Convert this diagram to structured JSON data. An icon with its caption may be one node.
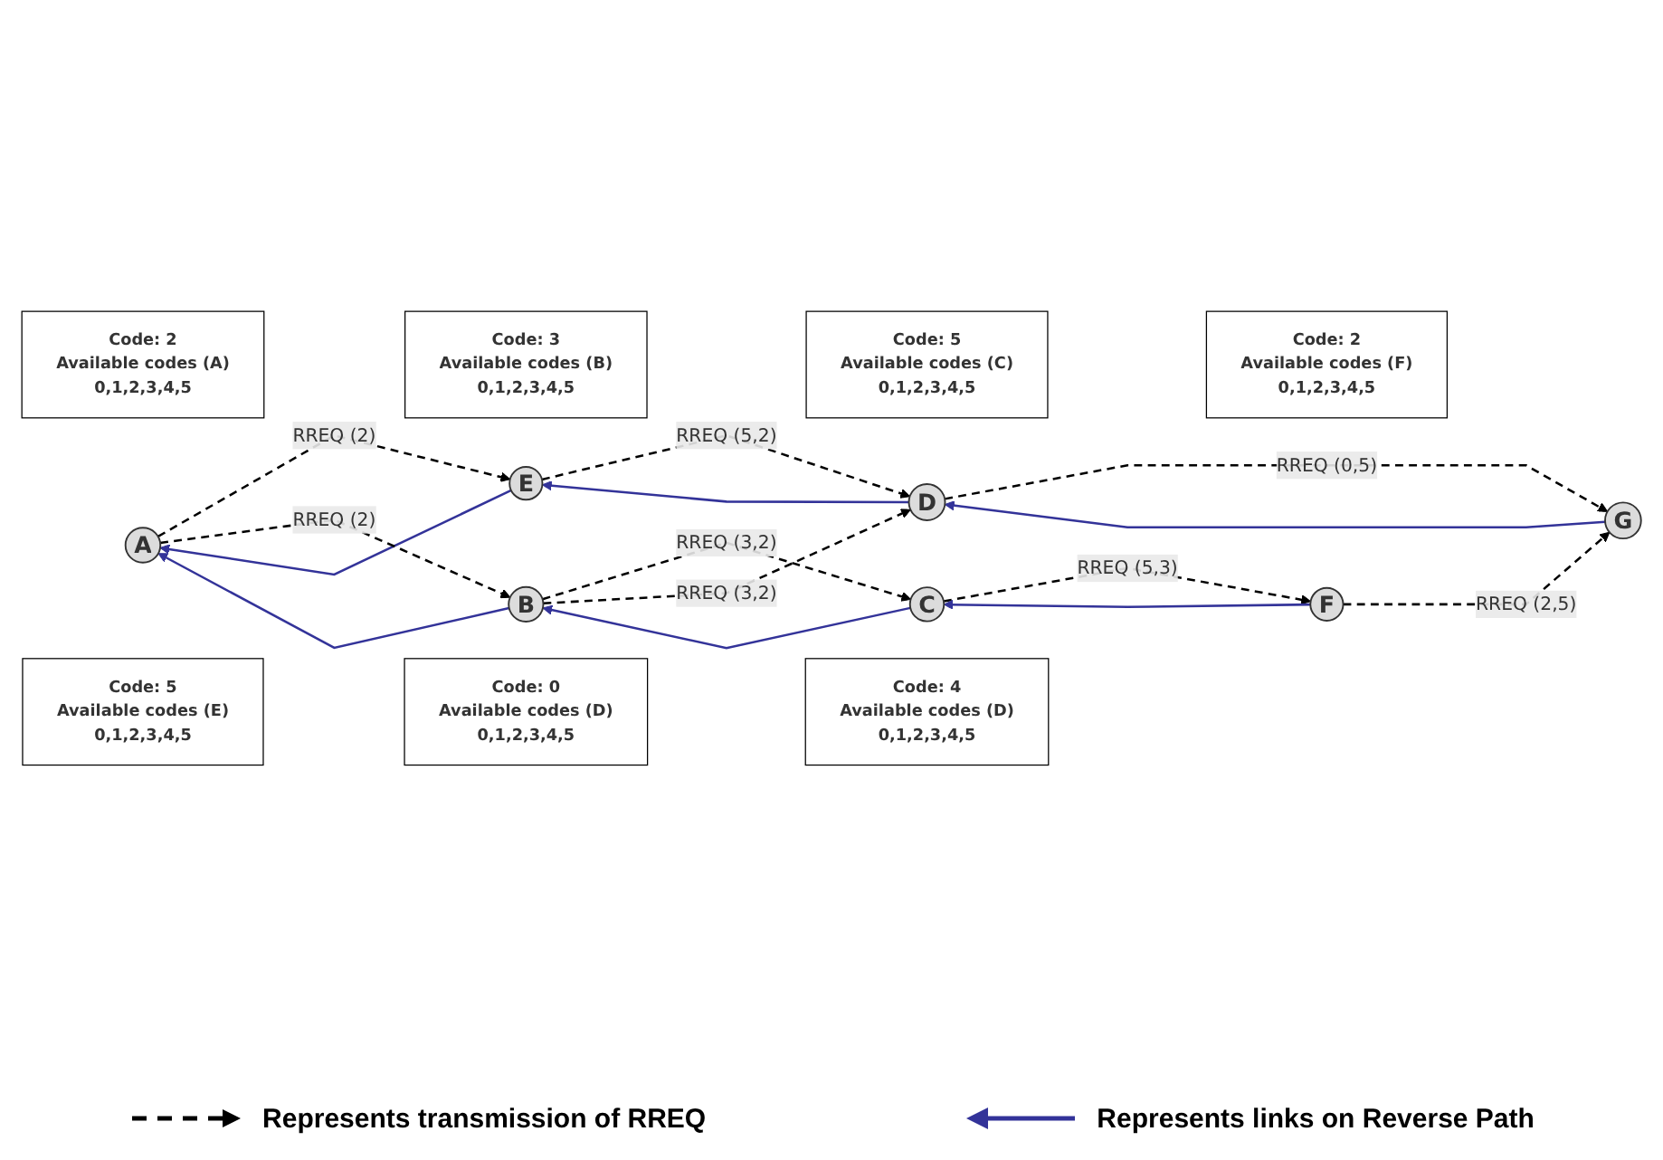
{
  "diagram": {
    "nodes": [
      {
        "text": [
          "A"
        ]
      },
      {
        "text": [
          "B"
        ]
      },
      {
        "text": [
          "C"
        ]
      },
      {
        "text": [
          "D"
        ]
      },
      {
        "text": [
          "E"
        ]
      },
      {
        "text": [
          "F"
        ]
      },
      {
        "text": [
          "G"
        ]
      },
      {
        "text": [
          "Code: 3",
          "Available codes (B)",
          "0,1,2,3,4,5"
        ]
      },
      {
        "text": [
          "Code: 5",
          "Available codes (C)",
          "0,1,2,3,4,5"
        ]
      },
      {
        "text": [
          "Code: 2",
          "Available codes (F)",
          "0,1,2,3,4,5"
        ]
      },
      {
        "text": [
          "Code: 2",
          "Available codes (A)",
          "0,1,2,3,4,5"
        ]
      },
      {
        "text": [
          "Code: 0",
          "Available codes (D)",
          "0,1,2,3,4,5"
        ]
      },
      {
        "text": [
          "Code: 4",
          "Available codes (D)",
          "0,1,2,3,4,5"
        ]
      },
      {
        "text": [
          "Code: 5",
          "Available codes (E)",
          "0,1,2,3,4,5"
        ]
      }
    ],
    "edges": [
      {
        "from": 0,
        "to": 4,
        "arrow": "to",
        "label": "RREQ (2)",
        "style": "dashed"
      },
      {
        "from": 4,
        "to": 0,
        "arrow": "to",
        "color": "#333399"
      },
      {
        "from": 4,
        "to": 3,
        "arrow": "to",
        "label": "RREQ (5,2)",
        "style": "dashed"
      },
      {
        "from": 3,
        "to": 4,
        "arrow": "to",
        "color": "#333399"
      },
      {
        "from": 3,
        "to": 6,
        "arrow": "to",
        "label": "RREQ (0,5)",
        "style": "dashed"
      },
      {
        "from": 6,
        "to": 3,
        "arrow": "to",
        "color": "#333399"
      },
      {
        "from": 0,
        "to": 1,
        "arrow": "to",
        "label": "RREQ (2)",
        "style": "dashed"
      },
      {
        "from": 1,
        "to": 0,
        "arrow": "to",
        "color": "#333399"
      },
      {
        "from": 1,
        "to": 2,
        "arrow": "to",
        "label": "RREQ (3,2)",
        "style": "dashed"
      },
      {
        "from": 2,
        "to": 1,
        "arrow": "to",
        "color": "#333399"
      },
      {
        "from": 2,
        "to": 5,
        "arrow": "to",
        "label": "RREQ (5,3)",
        "style": "dashed"
      },
      {
        "from": 5,
        "to": 2,
        "arrow": "to",
        "color": "#333399"
      },
      {
        "from": 1,
        "to": 3,
        "arrow": "to",
        "label": "RREQ (3,2)",
        "style": "dashed"
      },
      {
        "from": 5,
        "to": 6,
        "arrow": "to",
        "label": "RREQ (2,5)",
        "style": "dashed"
      }
    ],
    "legend": [
      {
        "text": "Represents transmission of RREQ"
      },
      {
        "text": "Represents links on Reverse Path"
      }
    ]
  }
}
